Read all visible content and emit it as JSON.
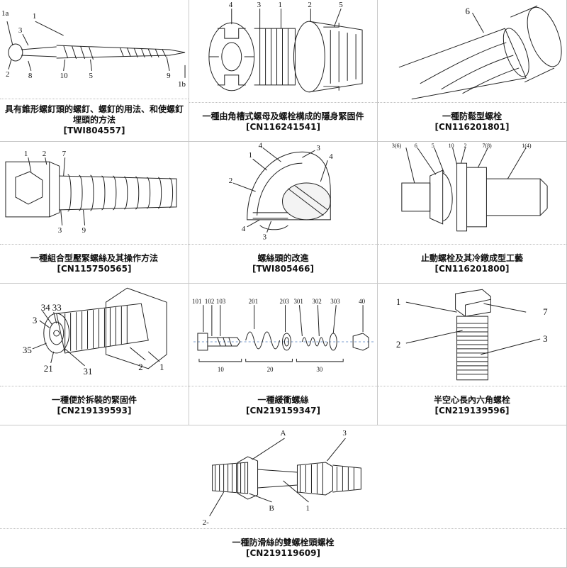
{
  "patents": [
    {
      "title": "具有錐形螺釘頭的螺釘、螺釘的用法、和使螺釘埋頭的方法",
      "id": "[TWI804557]",
      "labels": [
        "1a",
        "1",
        "3",
        "2",
        "8",
        "10",
        "5",
        "9",
        "1b"
      ]
    },
    {
      "title": "一種由角槽式螺母及螺栓構成的隱身緊固件",
      "id": "[CN116241541]",
      "labels": [
        "4",
        "3",
        "1",
        "2",
        "5"
      ]
    },
    {
      "title": "一種防鬆型螺栓",
      "id": "[CN116201801]",
      "labels": [
        "6"
      ]
    },
    {
      "title": "一種組合型壓緊螺絲及其操作方法",
      "id": "[CN115750565]",
      "labels": [
        "1",
        "2",
        "7",
        "3",
        "9"
      ]
    },
    {
      "title": "螺絲頭的改進",
      "id": "[TWI805466]",
      "labels": [
        "1",
        "4",
        "3",
        "2",
        "4",
        "3",
        "4"
      ]
    },
    {
      "title": "止動螺栓及其冷鐓成型工藝",
      "id": "[CN116201800]",
      "labels": [
        "3(6)",
        "6",
        "5",
        "10",
        "2",
        "7(8)",
        "1(4)"
      ]
    },
    {
      "title": "一種便於拆裝的緊固件",
      "id": "[CN219139593]",
      "labels": [
        "34",
        "33",
        "3",
        "35",
        "21",
        "31",
        "2",
        "1"
      ]
    },
    {
      "title": "一種緩衝螺絲",
      "id": "[CN219159347]",
      "labels": [
        "101",
        "102",
        "103",
        "201",
        "203",
        "301",
        "302",
        "303",
        "40",
        "10",
        "20",
        "30"
      ]
    },
    {
      "title": "半空心長內六角螺栓",
      "id": "[CN219139596]",
      "labels": [
        "1",
        "7",
        "2",
        "3"
      ]
    },
    {
      "title": "一種防滑絲的雙螺栓頭螺栓",
      "id": "[CN219119609]",
      "labels": [
        "A",
        "3",
        "2-",
        "B",
        "1"
      ]
    }
  ]
}
